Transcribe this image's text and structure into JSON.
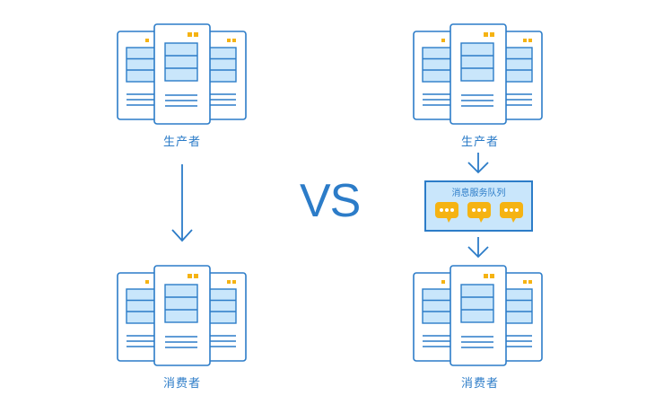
{
  "left": {
    "producer_label": "生产者",
    "consumer_label": "消费者"
  },
  "center": {
    "vs_text": "VS"
  },
  "right": {
    "producer_label": "生产者",
    "queue_title": "消息服务队列",
    "consumer_label": "消费者"
  },
  "colors": {
    "primary": "#2c7cc8",
    "panel_fill": "#c9e6fb",
    "accent": "#f5b313"
  },
  "icons": [
    "server-icon",
    "arrow-down-icon",
    "chat-bubble-icon"
  ]
}
